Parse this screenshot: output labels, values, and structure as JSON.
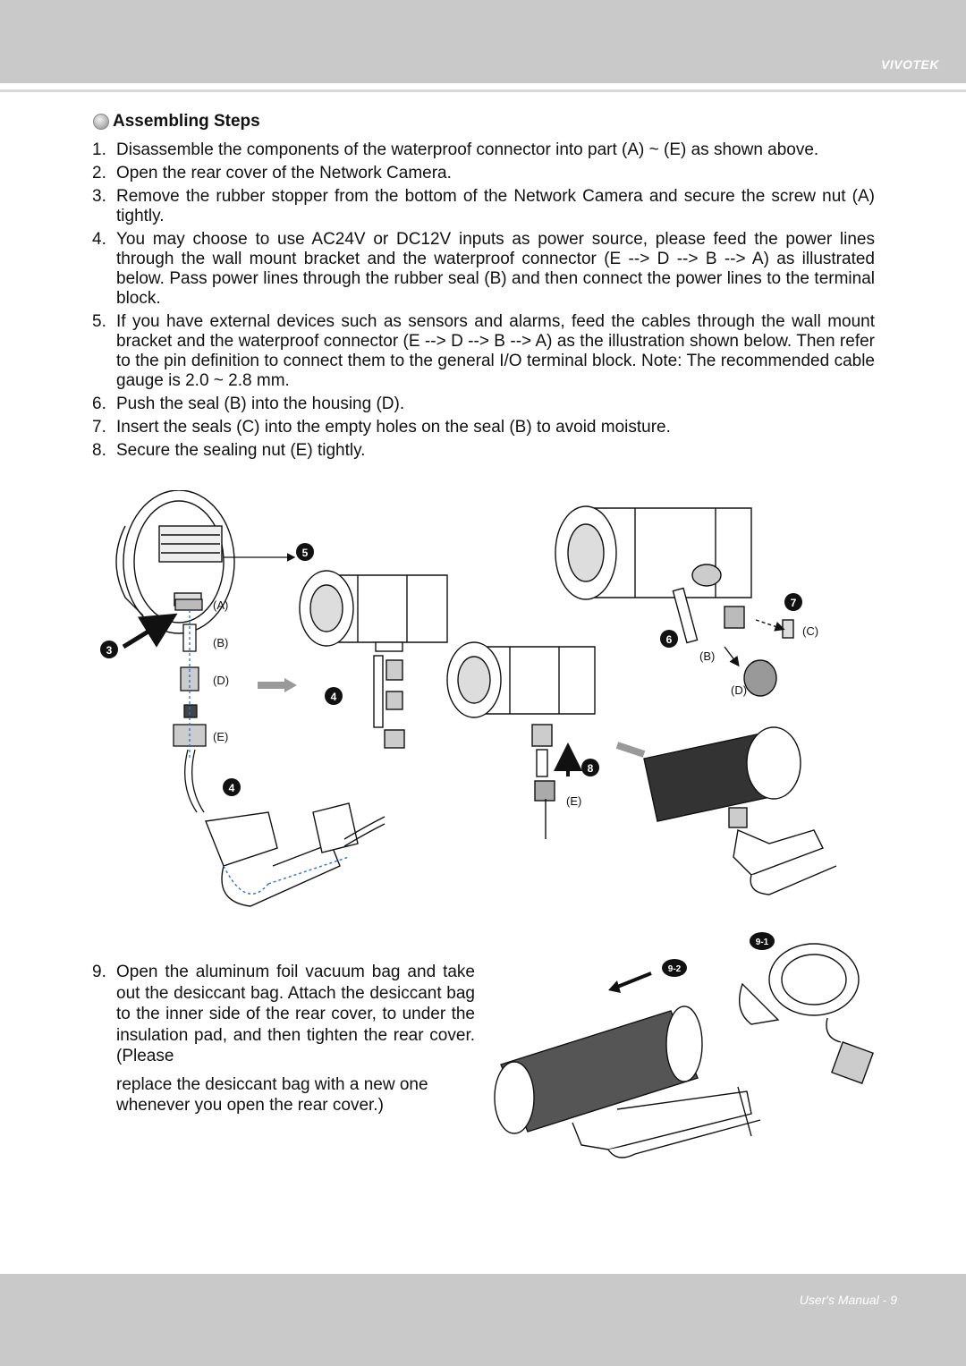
{
  "header": {
    "brand": "VIVOTEK"
  },
  "section": {
    "title": "Assembling Steps"
  },
  "steps": [
    {
      "num": "1.",
      "text": "Disassemble the components of the waterproof connector into part (A) ~ (E) as shown above."
    },
    {
      "num": "2.",
      "text": "Open the rear cover of the Network Camera."
    },
    {
      "num": "3.",
      "text": "Remove the rubber stopper from the bottom of the Network Camera and secure the screw nut (A) tightly."
    },
    {
      "num": "4.",
      "text": "You may choose to use AC24V or DC12V inputs as power source, please feed the power lines through the wall mount bracket and the waterproof connector (E --> D --> B --> A) as illustrated below. Pass power lines through the rubber seal (B) and then connect the power lines to the terminal block."
    },
    {
      "num": "5.",
      "text": "If you have external devices such as sensors and alarms, feed the cables through the wall mount bracket and the waterproof connector (E --> D --> B --> A) as the illustration shown below. Then refer to the pin definition to connect them to the general I/O terminal block. Note: The recommended cable gauge is 2.0 ~ 2.8 mm."
    },
    {
      "num": "6.",
      "text": "Push the seal (B) into the housing (D)."
    },
    {
      "num": "7.",
      "text": "Insert the seals (C) into the empty holes on the seal (B) to avoid moisture."
    },
    {
      "num": "8.",
      "text": "Secure the sealing nut (E) tightly."
    }
  ],
  "step9": {
    "num": "9.",
    "text": "Open the aluminum foil vacuum bag and take out the desiccant bag. Attach the desiccant bag to the inner side of the rear cover, to under the insulation pad, and then tighten the rear cover. (Please",
    "text2": "replace the desiccant bag with a new one whenever you open the rear cover.)"
  },
  "figure": {
    "labels": {
      "a": "(A)",
      "b": "(B)",
      "c": "(C)",
      "d": "(D)",
      "e": "(E)",
      "b2": "(B)",
      "d2": "(D)",
      "e2": "(E)"
    },
    "badges": {
      "s3": "3",
      "s4a": "4",
      "s4b": "4",
      "s5": "5",
      "s6": "6",
      "s7": "7",
      "s8": "8",
      "s9_1": "9-1",
      "s9_2": "9-2"
    }
  },
  "footer": {
    "text": "User's Manual - 9"
  }
}
